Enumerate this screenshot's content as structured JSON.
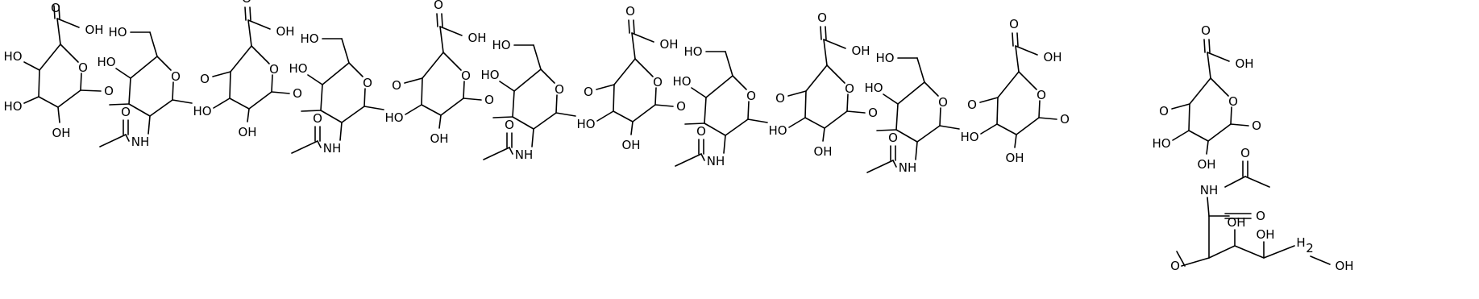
{
  "diagram": {
    "type": "chemical-structure",
    "description": "hyaluronan-type oligosaccharide skeletal formula",
    "units": 6,
    "labels": {
      "cooh": "OH",
      "hydroxyl": "OH",
      "ho": "HO",
      "ring_oxygen": "O",
      "glycosidic_oxygen": "O",
      "nh": "NH",
      "carbonyl_oxygen": "O",
      "ch2": "H",
      "ch2_sub": "2"
    }
  }
}
